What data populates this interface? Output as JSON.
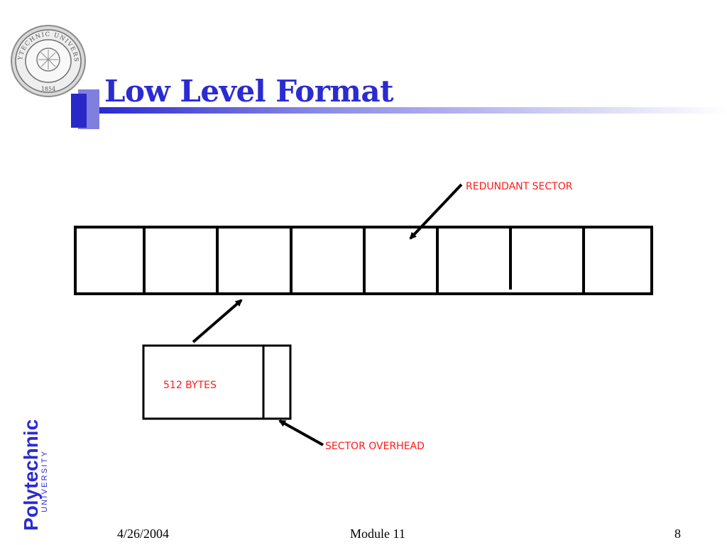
{
  "slide": {
    "title": "Low Level Format"
  },
  "logo": {
    "seal_text": "POLYTECHNIC UNIVERSITY",
    "seal_year": "1854",
    "brand_main": "Polytechnic",
    "brand_sub": "UNIVERSITY"
  },
  "diagram": {
    "track_sector_count": 8,
    "labels": {
      "redundant_sector": "REDUNDANT SECTOR",
      "sector_bytes": "512 BYTES",
      "sector_overhead": "SECTOR OVERHEAD"
    }
  },
  "footer": {
    "date": "4/26/2004",
    "module": "Module 11",
    "page": "8"
  },
  "colors": {
    "title": "#2b2bd2",
    "accent_dark": "#2929c8",
    "accent_light": "#7f7fe0",
    "label_red": "#ff1a1a"
  }
}
